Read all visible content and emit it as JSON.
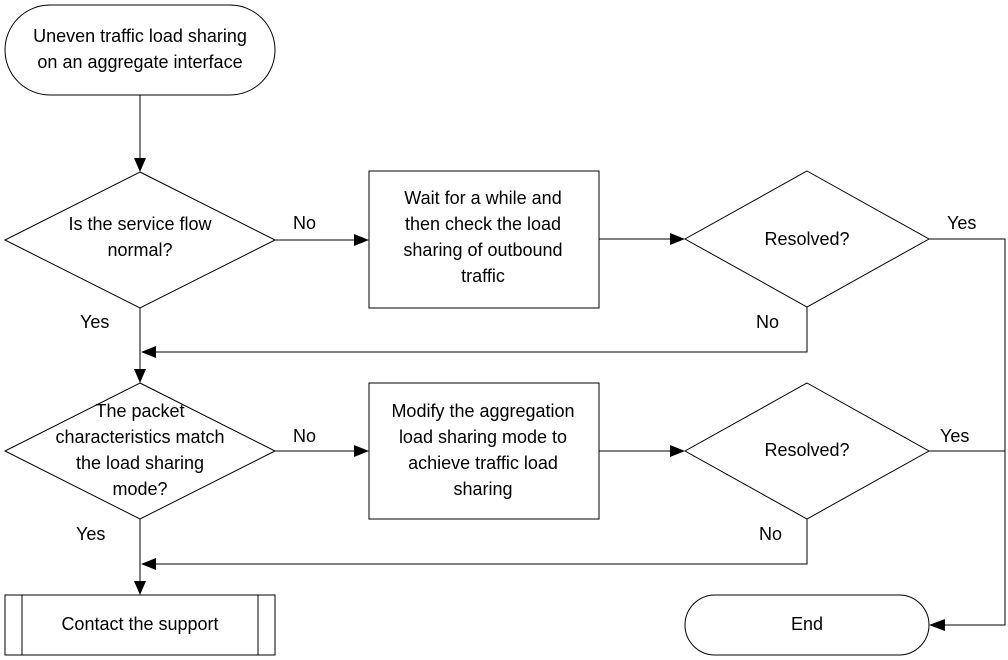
{
  "flowchart": {
    "start": {
      "lines": [
        "Uneven traffic load sharing",
        "on an aggregate interface"
      ]
    },
    "decision_service_flow": {
      "lines": [
        "Is the service flow",
        "normal?"
      ]
    },
    "process_wait": {
      "lines": [
        "Wait for a while and",
        "then check the load",
        "sharing of outbound",
        "traffic"
      ]
    },
    "decision_resolved_1": {
      "lines": [
        "Resolved?"
      ]
    },
    "decision_packet_match": {
      "lines": [
        "The packet",
        "characteristics match",
        "the load sharing",
        "mode?"
      ]
    },
    "process_modify": {
      "lines": [
        "Modify the aggregation",
        "load sharing mode to",
        "achieve traffic load",
        "sharing"
      ]
    },
    "decision_resolved_2": {
      "lines": [
        "Resolved?"
      ]
    },
    "contact_support": {
      "lines": [
        "Contact the support"
      ]
    },
    "end": {
      "lines": [
        "End"
      ]
    },
    "edge_labels": {
      "service_flow_no": "No",
      "service_flow_yes": "Yes",
      "resolved1_yes": "Yes",
      "resolved1_no": "No",
      "packet_match_no": "No",
      "packet_match_yes": "Yes",
      "resolved2_yes": "Yes",
      "resolved2_no": "No"
    }
  }
}
